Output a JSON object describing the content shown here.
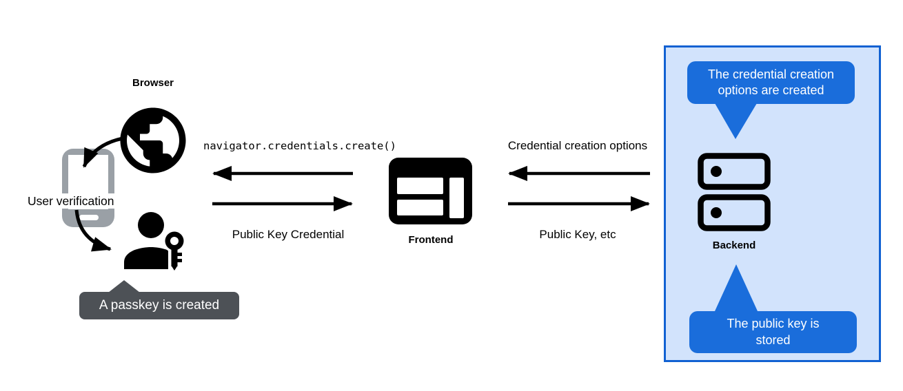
{
  "title": "Passkey creation flow diagram",
  "colors": {
    "ink": "#000000",
    "accent_blue": "#1a6ddb",
    "panel_border": "#1161d2",
    "panel_fill": "#d2e3fc",
    "dark_gray": "#4d5156",
    "phone_gray": "#9aa0a6"
  },
  "nodes": {
    "browser": {
      "label": "Browser",
      "user_verification": "User verification",
      "passkey_callout": "A passkey is created"
    },
    "frontend": {
      "label": "Frontend"
    },
    "backend": {
      "label": "Backend",
      "callout_top": "The credential creation options are created",
      "callout_bottom": "The public key is stored"
    }
  },
  "arrows": {
    "frontend_to_browser": "navigator.credentials.create()",
    "browser_to_frontend": "Public Key Credential",
    "backend_to_frontend": "Credential creation options",
    "frontend_to_backend": "Public Key, etc"
  },
  "icons": {
    "globe": "globe-icon",
    "smartphone": "smartphone-icon",
    "person_key": "person-key-icon",
    "browser_window": "browser-window-icon",
    "server": "server-icon"
  }
}
